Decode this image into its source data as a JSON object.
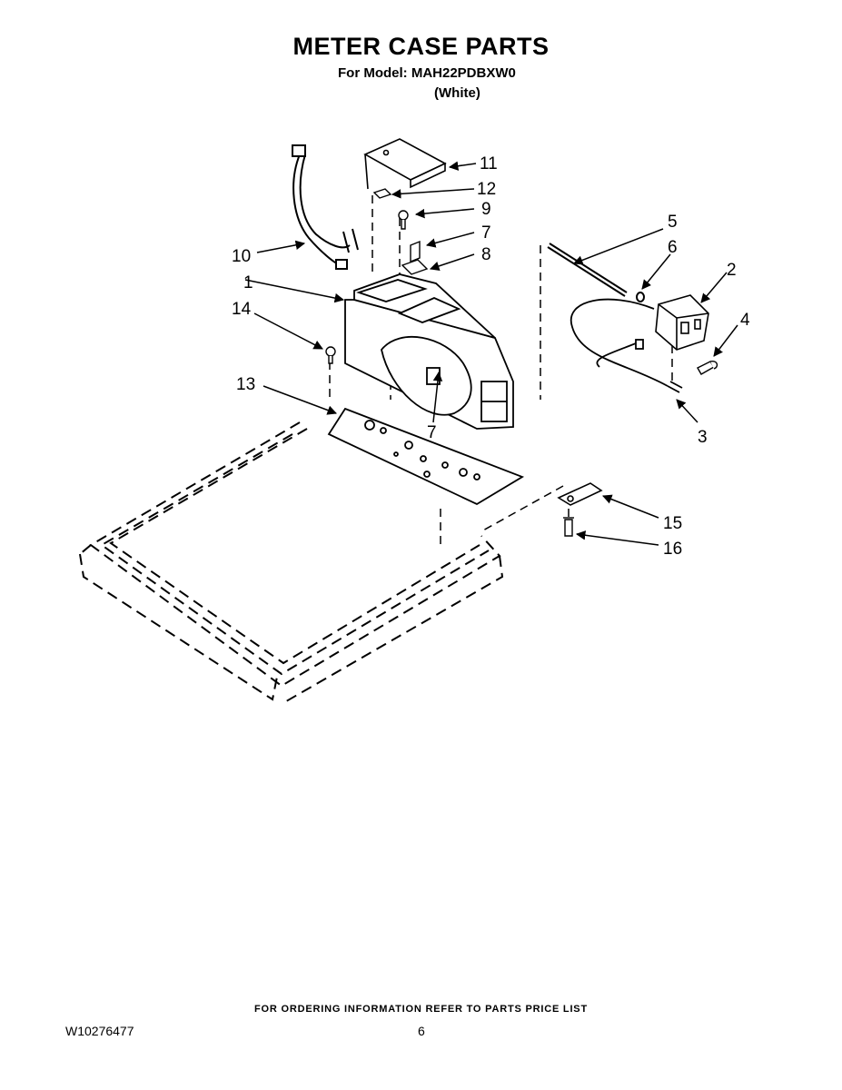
{
  "header": {
    "title": "METER CASE PARTS",
    "model_line": "For Model: MAH22PDBXW0",
    "color_line": "(White)"
  },
  "diagram": {
    "callouts": [
      "1",
      "2",
      "3",
      "4",
      "5",
      "6",
      "7",
      "7",
      "8",
      "9",
      "10",
      "11",
      "12",
      "13",
      "14",
      "15",
      "16"
    ]
  },
  "footer": {
    "ordering_note": "FOR ORDERING INFORMATION REFER TO PARTS PRICE LIST",
    "doc_number": "W10276477",
    "page_number": "6"
  }
}
